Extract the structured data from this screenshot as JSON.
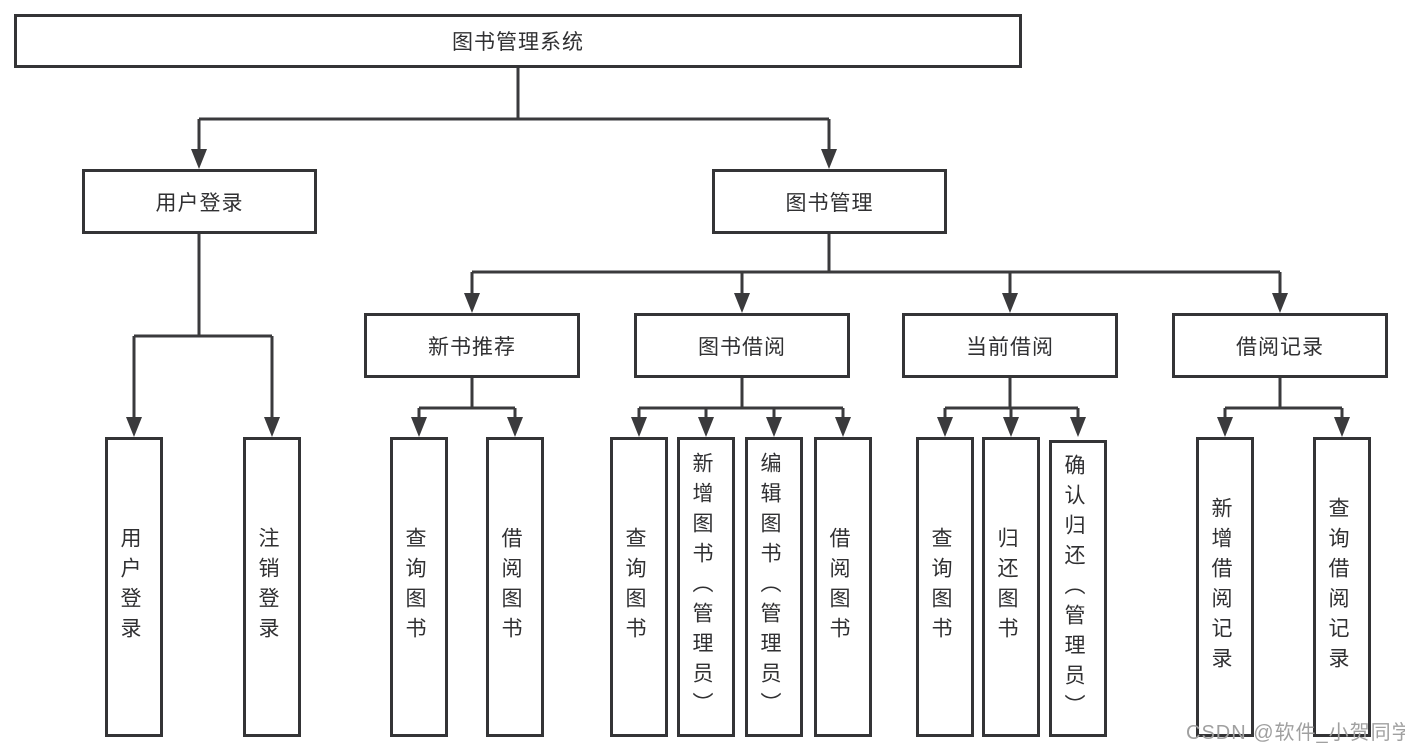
{
  "diagram": {
    "watermark": "CSDN @软件_小贺同学",
    "colors": {
      "line": "#3a3a3c",
      "box_border": "#343436",
      "text": "#303032",
      "watermark": "#a0a0a0",
      "background": "#ffffff"
    },
    "nodes": {
      "root": {
        "label": "图书管理系统"
      },
      "user_login": {
        "label": "用户登录"
      },
      "book_mgmt": {
        "label": "图书管理"
      },
      "new_book_rec": {
        "label": "新书推荐"
      },
      "book_borrow": {
        "label": "图书借阅"
      },
      "current_borrow": {
        "label": "当前借阅"
      },
      "borrow_record": {
        "label": "借阅记录"
      },
      "ul_user_login": {
        "label": "用户登录"
      },
      "ul_logout": {
        "label": "注销登录"
      },
      "nb_query_book": {
        "label": "查询图书"
      },
      "nb_borrow_book": {
        "label": "借阅图书"
      },
      "bb_query_book": {
        "label": "查询图书"
      },
      "bb_add_book": {
        "label": "新增图书（管理员）"
      },
      "bb_edit_book": {
        "label": "编辑图书（管理员）"
      },
      "bb_borrow_book": {
        "label": "借阅图书"
      },
      "cb_query_book": {
        "label": "查询图书"
      },
      "cb_return_book": {
        "label": "归还图书"
      },
      "cb_confirm_return": {
        "label": "确认归还（管理员）"
      },
      "br_add_record": {
        "label": "新增借阅记录"
      },
      "br_query_record": {
        "label": "查询借阅记录"
      }
    }
  }
}
